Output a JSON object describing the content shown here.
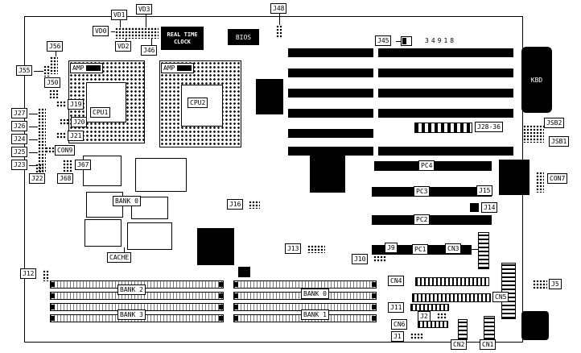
{
  "diagram": {
    "type": "motherboard-layout",
    "part_number": "34918"
  },
  "labels": {
    "vd0": "VD0",
    "vd1": "VD1",
    "vd2": "VD2",
    "vd3": "VD3",
    "j46": "J46",
    "j48": "J48",
    "j45": "J45",
    "part_number": "34918",
    "rtc_line1": "REAL TIME",
    "rtc_line2": "CLOCK",
    "bios": "BIOS",
    "kbd": "KBD",
    "amp_cpu1": "AMP",
    "amp_cpu2": "AMP",
    "cpu1": "CPU1",
    "cpu2": "CPU2",
    "j56": "J56",
    "j55": "J55",
    "j50": "J50",
    "j27": "J27",
    "j26": "J26",
    "j24": "J24",
    "j25": "J25",
    "j23": "J23",
    "j19": "J19",
    "j20": "J20",
    "j21": "J21",
    "con9": "CON9",
    "j22": "J22",
    "j67": "J67",
    "j68": "J68",
    "bank0_cache": "BANK 0",
    "cache": "CACHE",
    "j16": "J16",
    "j13": "J13",
    "j12": "J12",
    "j28_36": "J28-36",
    "jsb2": "JSB2",
    "jsb1": "JSB1",
    "con7": "CON7",
    "pc4": "PC4",
    "pc3": "PC3",
    "pc2": "PC2",
    "pc1": "PC1",
    "cn3": "CN3",
    "j9": "J9",
    "j10": "J10",
    "j15": "J15",
    "j14": "J14",
    "bank2": "BANK 2",
    "bank3": "BANK 3",
    "bank0_ram": "BANK 0",
    "bank1_ram": "BANK 1",
    "cn4": "CN4",
    "cn5": "CN5",
    "cn6": "CN6",
    "j11": "J11",
    "j2": "J2",
    "j1": "J1",
    "cn2": "CN2",
    "cn1": "CN1",
    "j5": "J5"
  }
}
